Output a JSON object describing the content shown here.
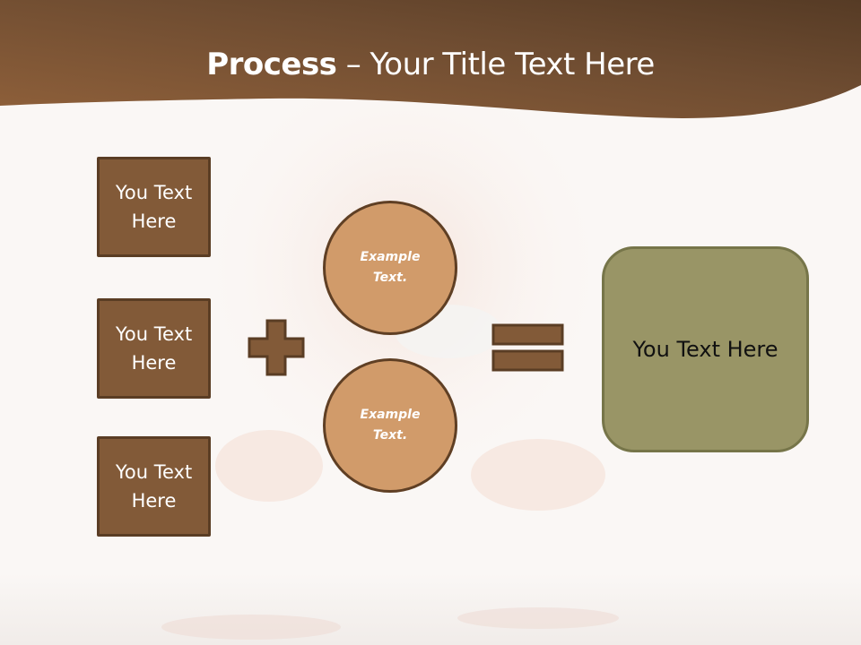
{
  "slide": {
    "title_bold": "Process",
    "title_rest": " – Your Title Text Here",
    "inputs": [
      {
        "label": "You Text Here"
      },
      {
        "label": "You Text Here"
      },
      {
        "label": "You Text Here"
      }
    ],
    "operators": {
      "plus": "plus-sign",
      "equals": "equals-sign"
    },
    "circles": [
      {
        "label": "Example Text."
      },
      {
        "label": "Example Text."
      }
    ],
    "result": {
      "label": "You Text Here"
    }
  },
  "colors": {
    "header_dark": "#5a3d26",
    "header_light": "#8b5e38",
    "box_fill": "#825a38",
    "box_border": "#5a3d24",
    "circle_fill": "#d19b6a",
    "result_fill": "#999566",
    "result_border": "#767549"
  }
}
